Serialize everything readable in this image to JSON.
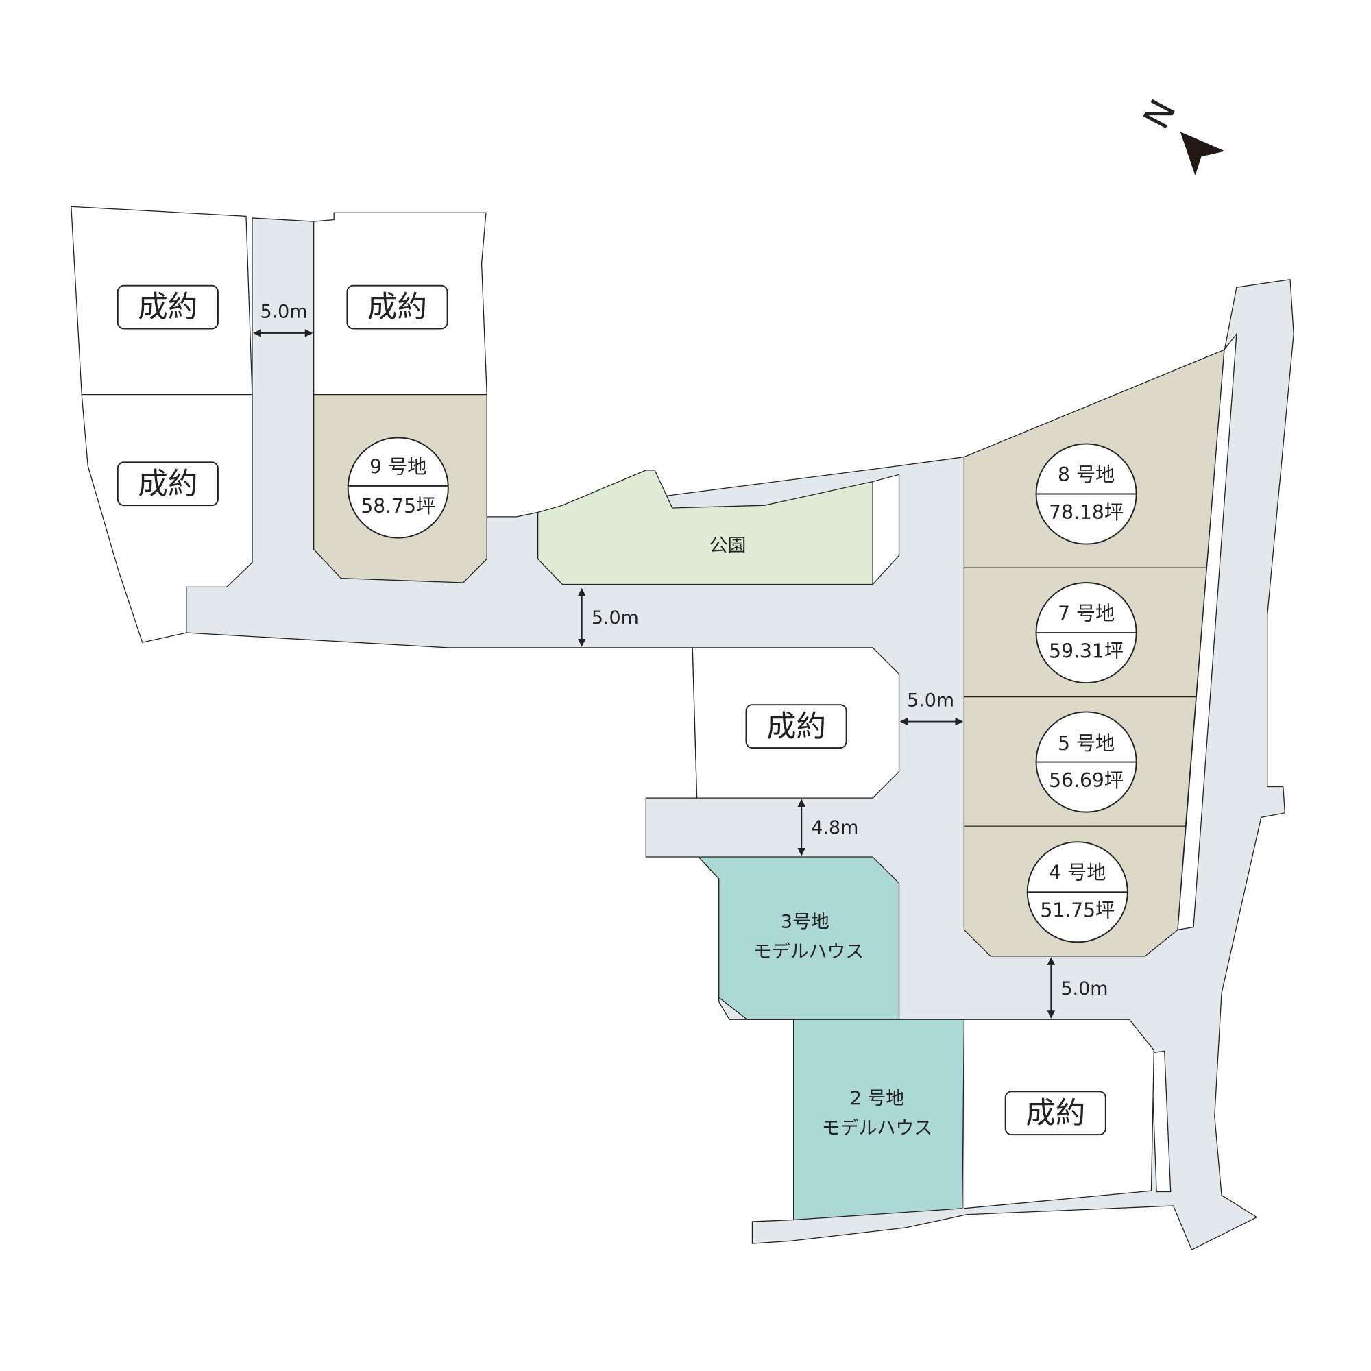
{
  "colors": {
    "road": "#e3e8ec",
    "available_lot": "#ddd9c8",
    "park": "#dfebd5",
    "model_house": "#acd9d5",
    "sold": "#ffffff"
  },
  "north_label": "N",
  "sold_label": "成約",
  "park_label": "公園",
  "lots": [
    {
      "number": "9 号地",
      "area": "58.75坪"
    },
    {
      "number": "8 号地",
      "area": "78.18坪"
    },
    {
      "number": "7 号地",
      "area": "59.31坪"
    },
    {
      "number": "5 号地",
      "area": "56.69坪"
    },
    {
      "number": "4 号地",
      "area": "51.75坪"
    }
  ],
  "model_houses": [
    {
      "number": "3号地",
      "label": "モデルハウス"
    },
    {
      "number": "2 号地",
      "label": "モデルハウス"
    }
  ],
  "road_widths": [
    "5.0m",
    "5.0m",
    "5.0m",
    "4.8m",
    "5.0m"
  ]
}
